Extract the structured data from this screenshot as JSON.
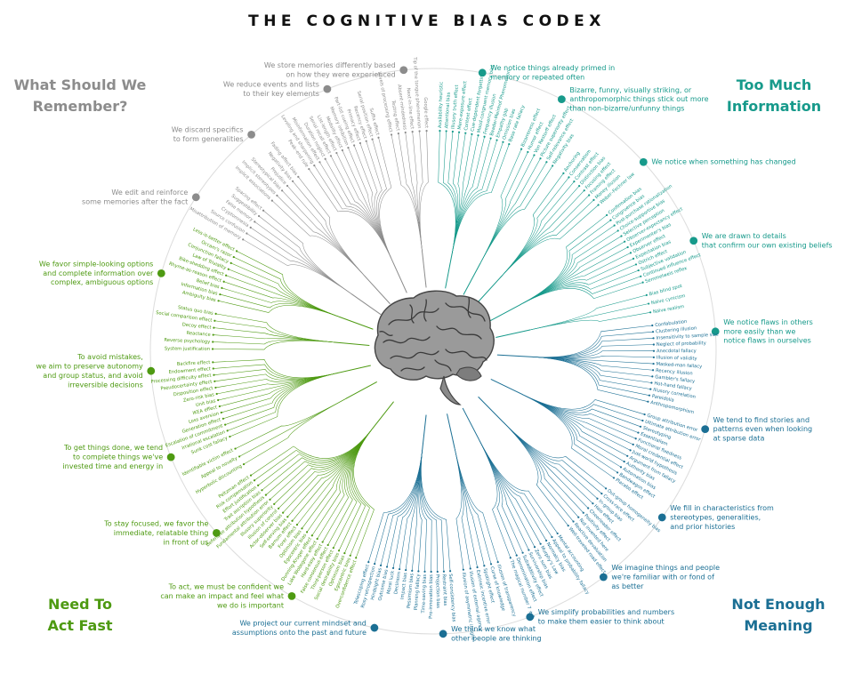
{
  "title": "THE COGNITIVE BIAS CODEX",
  "quadrants": {
    "gray": {
      "label": "What Should We\nRemember?",
      "color": "#8c8c8c"
    },
    "teal": {
      "label": "Too Much\nInformation",
      "color": "#179a8b"
    },
    "green": {
      "label": "Need To\nAct Fast",
      "color": "#4e9a12"
    },
    "blue": {
      "label": "Not Enough\nMeaning",
      "color": "#1b6f94"
    }
  },
  "colors": {
    "circle": "#dcdcdc",
    "brain": "#8a8a8a"
  },
  "brain_icon": "brain-illustration",
  "groups": [
    {
      "quadrant": "teal",
      "color": "#179a8b",
      "text": [
        "We notice things already primed in",
        "memory or repeated often"
      ],
      "biases": [
        "Availability heuristic",
        "Attentional bias",
        "Illusory truth effect",
        "Mere-exposure effect",
        "Context effect",
        "Cue-dependent forgetting",
        "Mood-congruent memory bias",
        "Frequency illusion",
        "Baader-Meinhof Phenomenon",
        "Empathy gap",
        "Omission bias",
        "Base rate fallacy"
      ]
    },
    {
      "quadrant": "teal",
      "color": "#179a8b",
      "text": [
        "Bizarre, funny, visually striking, or",
        "anthropomorphic things stick out more",
        "than non-bizarre/unfunny things"
      ],
      "biases": [
        "Bizarreness effect",
        "Humor effect",
        "Von Restorff effect",
        "Picture superiority effect",
        "Self-relevance effect",
        "Negativity bias"
      ]
    },
    {
      "quadrant": "teal",
      "color": "#179a8b",
      "text": [
        "We notice when something has changed"
      ],
      "biases": [
        "Anchoring",
        "Conservatism",
        "Contrast effect",
        "Distinction bias",
        "Focusing effect",
        "Framing effect",
        "Money illusion",
        "Weber–Fechner law"
      ]
    },
    {
      "quadrant": "teal",
      "color": "#179a8b",
      "text": [
        "We are drawn to details",
        "that confirm our own existing beliefs"
      ],
      "biases": [
        "Confirmation bias",
        "Congruence bias",
        "Post-purchase rationalization",
        "Choice-supportive bias",
        "Selective perception",
        "Observer-expectancy effect",
        "Experimenter's bias",
        "Observer effect",
        "Expectation bias",
        "Ostrich effect",
        "Subjective validation",
        "Continued influence effect",
        "Semmelweis reflex"
      ]
    },
    {
      "quadrant": "teal",
      "color": "#179a8b",
      "text": [
        "We notice flaws in others",
        "more easily than we",
        "notice flaws in ourselves"
      ],
      "biases": [
        "Bias blind spot",
        "Naïve cynicism",
        "Naïve realism"
      ]
    },
    {
      "quadrant": "blue",
      "color": "#1b6f94",
      "text": [
        "We tend to find stories and",
        "patterns even when looking",
        "at sparse data"
      ],
      "biases": [
        "Confabulation",
        "Clustering illusion",
        "Insensitivity to sample size",
        "Neglect of probability",
        "Anecdotal fallacy",
        "Illusion of validity",
        "Masked-man fallacy",
        "Recency illusion",
        "Gambler's fallacy",
        "Hot-hand fallacy",
        "Illusory correlation",
        "Pareidolia",
        "Anthropomorphism"
      ]
    },
    {
      "quadrant": "blue",
      "color": "#1b6f94",
      "text": [
        "We fill in characteristics from",
        "stereotypes, generalities,",
        "and prior histories"
      ],
      "biases": [
        "Group attribution error",
        "Ultimate attribution error",
        "Stereotyping",
        "Essentialism",
        "Functional fixedness",
        "Moral credential effect",
        "Just-world hypothesis",
        "Argument from fallacy",
        "Authority bias",
        "Automation bias",
        "Bandwagon effect",
        "Placebo effect"
      ]
    },
    {
      "quadrant": "blue",
      "color": "#1b6f94",
      "text": [
        "We imagine things and people",
        "we're familiar with or fond of",
        "as better"
      ],
      "biases": [
        "Out-group homogeneity bias",
        "Cross-race effect",
        "In-group bias",
        "Halo effect",
        "Cheerleader effect",
        "Positivity effect",
        "Not invented here",
        "Reactive devaluation",
        "Well-traveled road effect"
      ]
    },
    {
      "quadrant": "blue",
      "color": "#1b6f94",
      "text": [
        "We simplify probabilities and numbers",
        "to make them easier to think about"
      ],
      "biases": [
        "Mental accounting",
        "Appeal to probability fallacy",
        "Normalcy bias",
        "Murphy's Law",
        "Zero sum bias",
        "Survivorship bias",
        "Subadditivity effect",
        "Denomination effect",
        "The magical number 7 ± 2"
      ]
    },
    {
      "quadrant": "blue",
      "color": "#1b6f94",
      "text": [
        "We think we know what",
        "other people are thinking"
      ],
      "biases": [
        "Illusion of transparency",
        "Curse of knowledge",
        "Spotlight effect",
        "Extrinsic incentive error",
        "Illusion of external agency",
        "Illusion of asymmetric insight"
      ]
    },
    {
      "quadrant": "blue",
      "color": "#1b6f94",
      "text": [
        "We project our current mindset and",
        "assumptions onto the past and future"
      ],
      "biases": [
        "Self-consistency bias",
        "Restraint bias",
        "Projection bias",
        "Pro-innovation bias",
        "Time-saving bias",
        "Planning fallacy",
        "Pessimism bias",
        "Impact bias",
        "Declinism",
        "Moral luck",
        "Outcome bias",
        "Hindsight bias",
        "Rosy retrospection",
        "Telescoping effect"
      ]
    },
    {
      "quadrant": "green",
      "color": "#4e9a12",
      "text": [
        "To act, we must be confident we",
        "can make an impact and feel what",
        "we do is important"
      ],
      "biases": [
        "Overconfidence effect",
        "Egocentric bias",
        "Optimism bias",
        "Social desirability bias",
        "Third-person effect",
        "False consensus effect",
        "Hard-easy effect",
        "Lake Wobegone effect",
        "Dunning-Kruger effect",
        "Egocentric bias",
        "Optimism bias",
        "Forer effect",
        "Barnum effect",
        "Self-serving bias",
        "Actor-observer bias",
        "Illusion of control",
        "Illusory superiority",
        "Fundamental attribution error",
        "Defensive attribution hypothesis",
        "Trait ascription bias",
        "Effort justification",
        "Risk compensation",
        "Peltzman effect"
      ]
    },
    {
      "quadrant": "green",
      "color": "#4e9a12",
      "text": [
        "To stay focused, we favor the",
        "immediate, relatable thing",
        "in front of us"
      ],
      "biases": [
        "Hyperbolic discounting",
        "Appeal to novelty",
        "Identifiable victim effect"
      ]
    },
    {
      "quadrant": "green",
      "color": "#4e9a12",
      "text": [
        "To get things done, we tend",
        "to complete things we've",
        "invested time and energy in"
      ],
      "biases": [
        "Sunk cost fallacy",
        "Irrational escalation",
        "Escalation of commitment",
        "Generation effect",
        "Loss aversion",
        "IKEA effect",
        "Unit bias",
        "Zero-risk bias",
        "Disposition effect",
        "Pseudocertainty effect",
        "Processing difficulty effect",
        "Endowment effect",
        "Backfire effect"
      ]
    },
    {
      "quadrant": "green",
      "color": "#4e9a12",
      "text": [
        "To avoid mistakes,",
        "we aim to preserve autonomy",
        "and group status, and avoid",
        "irreversible decisions"
      ],
      "biases": [
        "System justification",
        "Reverse psychology",
        "Reactance",
        "Decoy effect",
        "Social comparison effect",
        "Status quo bias"
      ]
    },
    {
      "quadrant": "green",
      "color": "#4e9a12",
      "text": [
        "We favor simple-looking options",
        "and complete information over",
        "complex, ambiguous options"
      ],
      "biases": [
        "Ambiguity bias",
        "Information bias",
        "Belief bias",
        "Rhyme-as-reason effect",
        "Bike-shedding effect",
        "Law of Triviality",
        "Conjunction fallacy",
        "Occam's razor",
        "Less-is-better effect"
      ]
    },
    {
      "quadrant": "gray",
      "color": "#8c8c8c",
      "text": [
        "We edit and reinforce",
        "some memories after the fact"
      ],
      "biases": [
        "Misattribution of memory",
        "Source confusion",
        "Cryptomnesia",
        "False memory",
        "Suggestibility",
        "Spacing effect"
      ]
    },
    {
      "quadrant": "gray",
      "color": "#8c8c8c",
      "text": [
        "We discard specifics",
        "to form generalities"
      ],
      "biases": [
        "Implicit associations",
        "Implicit stereotypes",
        "Stereotypical bias",
        "Prejudice",
        "Negativity bias",
        "Fading affect bias"
      ]
    },
    {
      "quadrant": "gray",
      "color": "#8c8c8c",
      "text": [
        "We reduce events and lists",
        "to their key elements"
      ],
      "biases": [
        "Peak–end rule",
        "Leveling and sharpening",
        "Misinformation effect",
        "Duration neglect",
        "Serial recall effect",
        "List-length effect",
        "Modality effect",
        "Memory inhibition",
        "Part-list cueing effect",
        "Primacy effect",
        "Recency effect",
        "Serial position effect",
        "Suffix effect"
      ]
    },
    {
      "quadrant": "gray",
      "color": "#8c8c8c",
      "text": [
        "We store memories differently based",
        "on how they were experienced"
      ],
      "biases": [
        "Levels of processing effect",
        "Testing effect",
        "Absent-mindedness",
        "Next-in-line effect",
        "Tip of the tongue phenomenon",
        "Google effect"
      ]
    }
  ]
}
